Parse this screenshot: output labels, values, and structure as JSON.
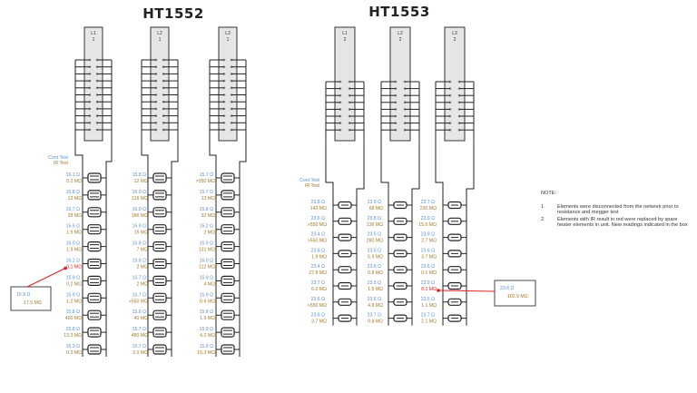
{
  "panels": [
    {
      "title": "HT1552",
      "cont_test_label": "Cont Test",
      "ir_test_label": "IR Test",
      "terminals": [
        {
          "line": "L1",
          "num": "1"
        },
        {
          "line": "L2",
          "num": "1"
        },
        {
          "line": "L3",
          "num": "1"
        }
      ],
      "columns": [
        [
          {
            "ohm": "16.1 Ω",
            "meg": "0.2 MΩ"
          },
          {
            "ohm": "15.8 Ω",
            "meg": "13 MΩ"
          },
          {
            "ohm": "15.7 Ω",
            "meg": "28 MΩ"
          },
          {
            "ohm": "15.5 Ω",
            "meg": "1.9 MΩ"
          },
          {
            "ohm": "16.0 Ω",
            "meg": "1.9 MΩ"
          },
          {
            "ohm": "16.2 Ω",
            "meg": "0.1 MΩ",
            "failed": true
          },
          {
            "ohm": "15.9 Ω",
            "meg": "0.2 MΩ"
          },
          {
            "ohm": "15.9 Ω",
            "meg": "1.2 MΩ"
          },
          {
            "ohm": "15.8 Ω",
            "meg": "400 MΩ"
          },
          {
            "ohm": "15.8 Ω",
            "meg": "13.3 MΩ"
          },
          {
            "ohm": "15.3 Ω",
            "meg": "0.3 MΩ"
          }
        ],
        [
          {
            "ohm": "15.8 Ω",
            "meg": "12 MΩ"
          },
          {
            "ohm": "16.0 Ω",
            "meg": "116 MΩ"
          },
          {
            "ohm": "16.0 Ω",
            "meg": "186 MΩ"
          },
          {
            "ohm": "15.9 Ω",
            "meg": "15 MΩ"
          },
          {
            "ohm": "15.8 Ω",
            "meg": "7 MΩ"
          },
          {
            "ohm": "15.8 Ω",
            "meg": "2 MΩ"
          },
          {
            "ohm": "15.7 Ω",
            "meg": "2 MΩ"
          },
          {
            "ohm": "15.7 Ω",
            "meg": ">550 MΩ"
          },
          {
            "ohm": "15.6 Ω",
            "meg": "40 MΩ"
          },
          {
            "ohm": "15.7 Ω",
            "meg": "480 MΩ"
          },
          {
            "ohm": "15.7 Ω",
            "meg": "2.0 MΩ"
          }
        ],
        [
          {
            "ohm": "15.7 Ω",
            "meg": ">550 MΩ"
          },
          {
            "ohm": "15.7 Ω",
            "meg": "13 MΩ"
          },
          {
            "ohm": "15.8 Ω",
            "meg": "32 MΩ"
          },
          {
            "ohm": "15.2 Ω",
            "meg": "2 MΩ"
          },
          {
            "ohm": "15.9 Ω",
            "meg": "131 MΩ"
          },
          {
            "ohm": "16.0 Ω",
            "meg": "112 MΩ"
          },
          {
            "ohm": "15.9 Ω",
            "meg": "4 MΩ"
          },
          {
            "ohm": "15.9 Ω",
            "meg": "0.6 MΩ"
          },
          {
            "ohm": "15.8 Ω",
            "meg": "1.9 MΩ"
          },
          {
            "ohm": "15.9 Ω",
            "meg": "4.2 MΩ"
          },
          {
            "ohm": "15.9 Ω",
            "meg": "15.3 MΩ"
          }
        ]
      ],
      "replacement": {
        "ohm": "15.9 Ω",
        "meg": "17.5 MΩ"
      }
    },
    {
      "title": "HT1553",
      "cont_test_label": "Cont Test",
      "ir_test_label": "IR Test",
      "terminals": [
        {
          "line": "L1",
          "num": "2"
        },
        {
          "line": "L2",
          "num": "2"
        },
        {
          "line": "L3",
          "num": "2"
        }
      ],
      "columns": [
        [
          {
            "ohm": "23.8 Ω",
            "meg": "142 MΩ"
          },
          {
            "ohm": "23.6 Ω",
            "meg": ">550 MΩ"
          },
          {
            "ohm": "23.4 Ω",
            "meg": ">550 MΩ"
          },
          {
            "ohm": "23.8 Ω",
            "meg": "1.9 MΩ"
          },
          {
            "ohm": "23.4 Ω",
            "meg": "27.8 MΩ"
          },
          {
            "ohm": "23.7 Ω",
            "meg": "6.0 MΩ"
          },
          {
            "ohm": "23.6 Ω",
            "meg": ">550 MΩ"
          },
          {
            "ohm": "23.6 Ω",
            "meg": "3.7 MΩ"
          }
        ],
        [
          {
            "ohm": "23.9 Ω",
            "meg": "68 MΩ"
          },
          {
            "ohm": "23.8 Ω",
            "meg": "136 MΩ"
          },
          {
            "ohm": "23.5 Ω",
            "meg": "280 MΩ"
          },
          {
            "ohm": "23.5 Ω",
            "meg": "5.9 MΩ"
          },
          {
            "ohm": "23.6 Ω",
            "meg": "0.8 MΩ"
          },
          {
            "ohm": "23.5 Ω",
            "meg": "1.5 MΩ"
          },
          {
            "ohm": "23.6 Ω",
            "meg": "4.8 MΩ"
          },
          {
            "ohm": "23.7 Ω",
            "meg": "0.8 MΩ"
          }
        ],
        [
          {
            "ohm": "23.7 Ω",
            "meg": "230 MΩ"
          },
          {
            "ohm": "23.9 Ω",
            "meg": "15.6 MΩ"
          },
          {
            "ohm": "23.9 Ω",
            "meg": "2.7 MΩ"
          },
          {
            "ohm": "23.6 Ω",
            "meg": "3.7 MΩ"
          },
          {
            "ohm": "23.6 Ω",
            "meg": "0.1 MΩ"
          },
          {
            "ohm": "23.9 Ω",
            "meg": "0.1 MΩ",
            "failed": true
          },
          {
            "ohm": "23.5 Ω",
            "meg": "1.1 MΩ"
          },
          {
            "ohm": "23.7 Ω",
            "meg": "2.1 MΩ"
          }
        ]
      ],
      "replacement": {
        "ohm": "23.6 Ω",
        "meg": "102.9 MΩ"
      }
    }
  ],
  "note": {
    "heading": "NOTE:",
    "items": [
      {
        "num": "1.",
        "text": "Elements were disconnected from the network prior to resistance and megger test"
      },
      {
        "num": "2.",
        "text": "Elements with IR result in red were replaced by spare heater elements in unit. New readings indicated in the box"
      }
    ]
  },
  "colors": {
    "ohm": "#5b8fd0",
    "meg": "#a07a2a",
    "fail": "#e02020",
    "terminal_fill": "#e6e6e6"
  }
}
